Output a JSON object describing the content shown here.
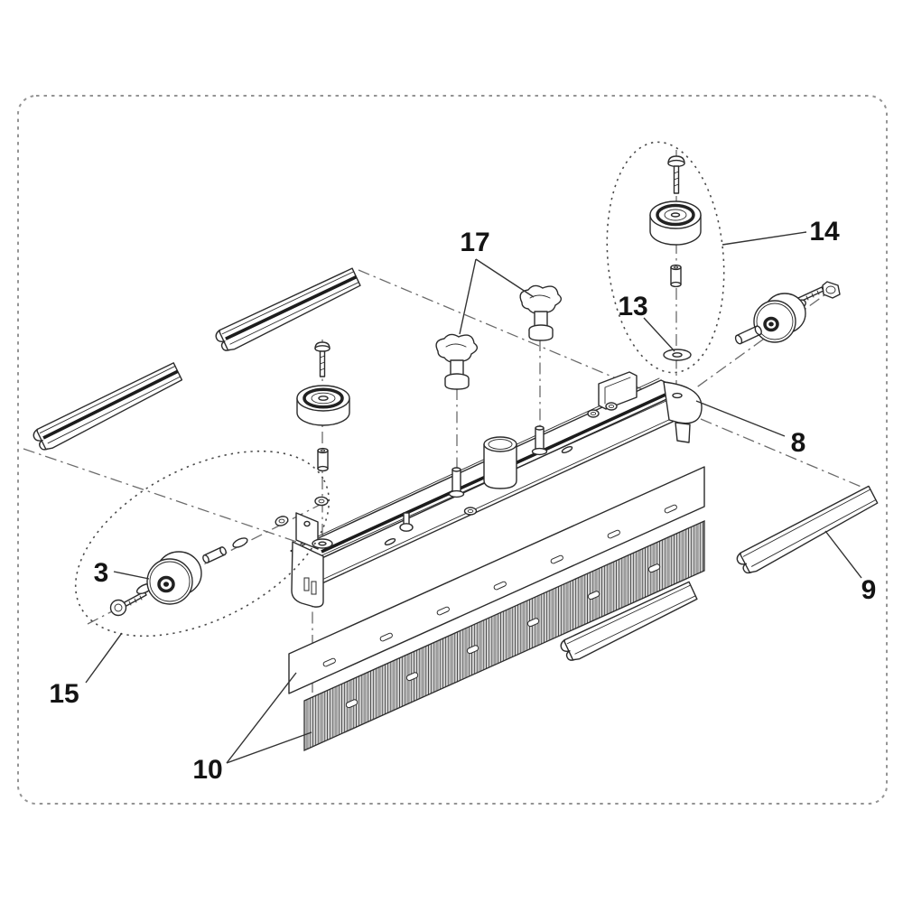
{
  "figure": {
    "kind": "exploded-parts-diagram",
    "colors": {
      "line": "#2b2b2b",
      "construction": "#6b6b6b",
      "border": "#949494",
      "label": "#141414"
    }
  },
  "callouts": [
    {
      "id": "17",
      "label": "17",
      "points_to": "wing knobs (pair)"
    },
    {
      "id": "14",
      "label": "14",
      "points_to": "circled roller kit: screw, roller, spacer, washer"
    },
    {
      "id": "13",
      "label": "13",
      "points_to": "washer"
    },
    {
      "id": "8",
      "label": "8",
      "points_to": "squeegee frame beam"
    },
    {
      "id": "9",
      "label": "9",
      "points_to": "retainer strip"
    },
    {
      "id": "3",
      "label": "3",
      "points_to": "wheel"
    },
    {
      "id": "15",
      "label": "15",
      "points_to": "circled wheel mounting kit: bolt, washer, wheel, spacer, washer, nut"
    },
    {
      "id": "10",
      "label": "10",
      "points_to": "brush strips (pair)"
    }
  ]
}
